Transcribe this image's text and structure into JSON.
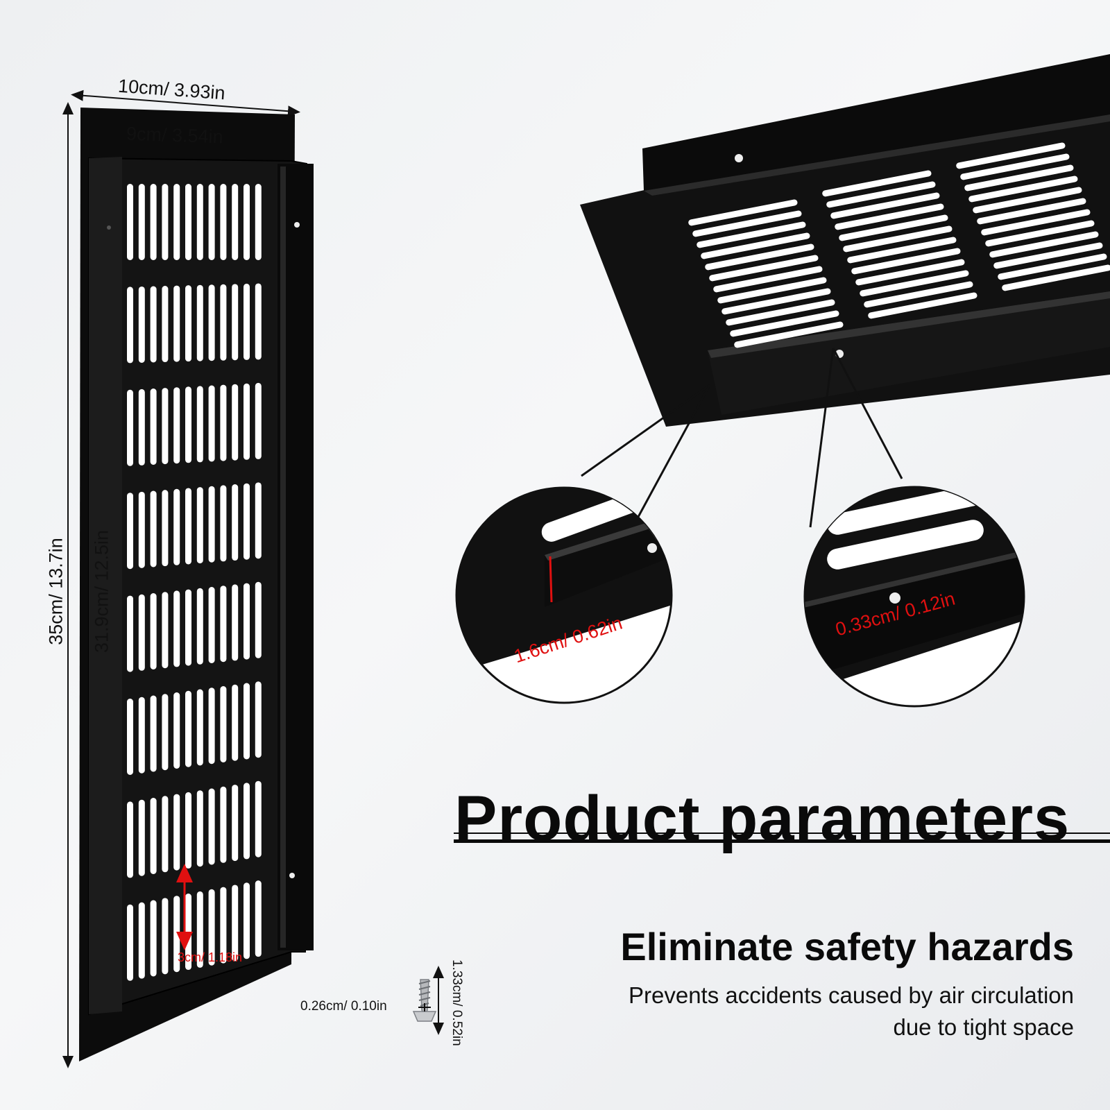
{
  "dimensions": {
    "outer_width": "10cm/ 3.93in",
    "inner_width": "9cm/ 3.54in",
    "total_length": "35cm/ 13.7in",
    "inner_length": "31.9cm/ 12.5in",
    "slot_length": "3cm/ 1.18in",
    "flange_height": "1.6cm/ 0.62in",
    "hole_diameter": "0.33cm/ 0.12in",
    "screw_diameter": "0.26cm/ 0.10in",
    "screw_length": "1.33cm/ 0.52in"
  },
  "title": "Product parameters",
  "feature": {
    "headline": "Eliminate safety hazards",
    "description_line1": "Prevents accidents caused by air circulation",
    "description_line2": "due to tight space"
  },
  "colors": {
    "vent_black": "#0b0b0b",
    "accent_red": "#e01010",
    "background": "#f1f2f4"
  }
}
